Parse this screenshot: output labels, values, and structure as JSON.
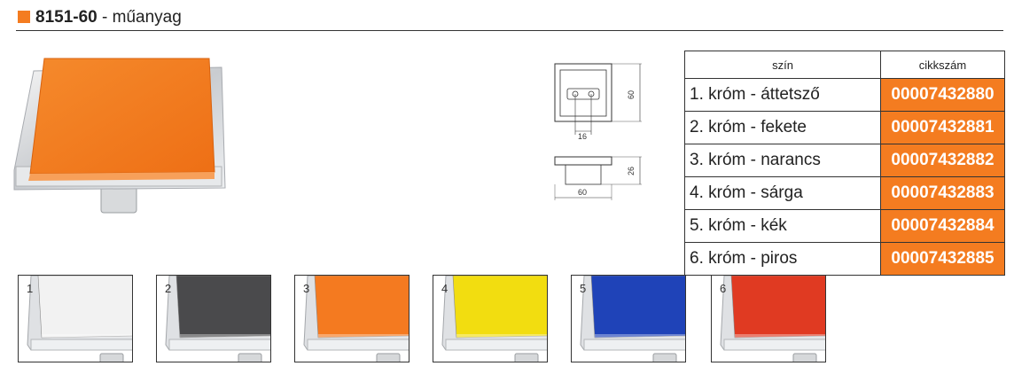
{
  "header": {
    "code": "8151-60",
    "material": " - műanyag",
    "accent_color": "#f47c20"
  },
  "drawing": {
    "dim_height": "60",
    "dim_hole_spacing": "16",
    "dim_depth": "26",
    "dim_width": "60"
  },
  "table": {
    "col_color": "szín",
    "col_code": "cikkszám",
    "rows": [
      {
        "name": "1. króm - áttetsző",
        "code": "00007432880"
      },
      {
        "name": "2. króm - fekete",
        "code": "00007432881"
      },
      {
        "name": "3. króm - narancs",
        "code": "00007432882"
      },
      {
        "name": "4. króm - sárga",
        "code": "00007432883"
      },
      {
        "name": "5. króm - kék",
        "code": "00007432884"
      },
      {
        "name": "6. króm - piros",
        "code": "00007432885"
      }
    ]
  },
  "swatches": [
    {
      "num": "1",
      "color": "#f2f2f2"
    },
    {
      "num": "2",
      "color": "#4a4a4c"
    },
    {
      "num": "3",
      "color": "#f47a20"
    },
    {
      "num": "4",
      "color": "#f2dd10"
    },
    {
      "num": "5",
      "color": "#1f43b8"
    },
    {
      "num": "6",
      "color": "#e03a22"
    }
  ]
}
